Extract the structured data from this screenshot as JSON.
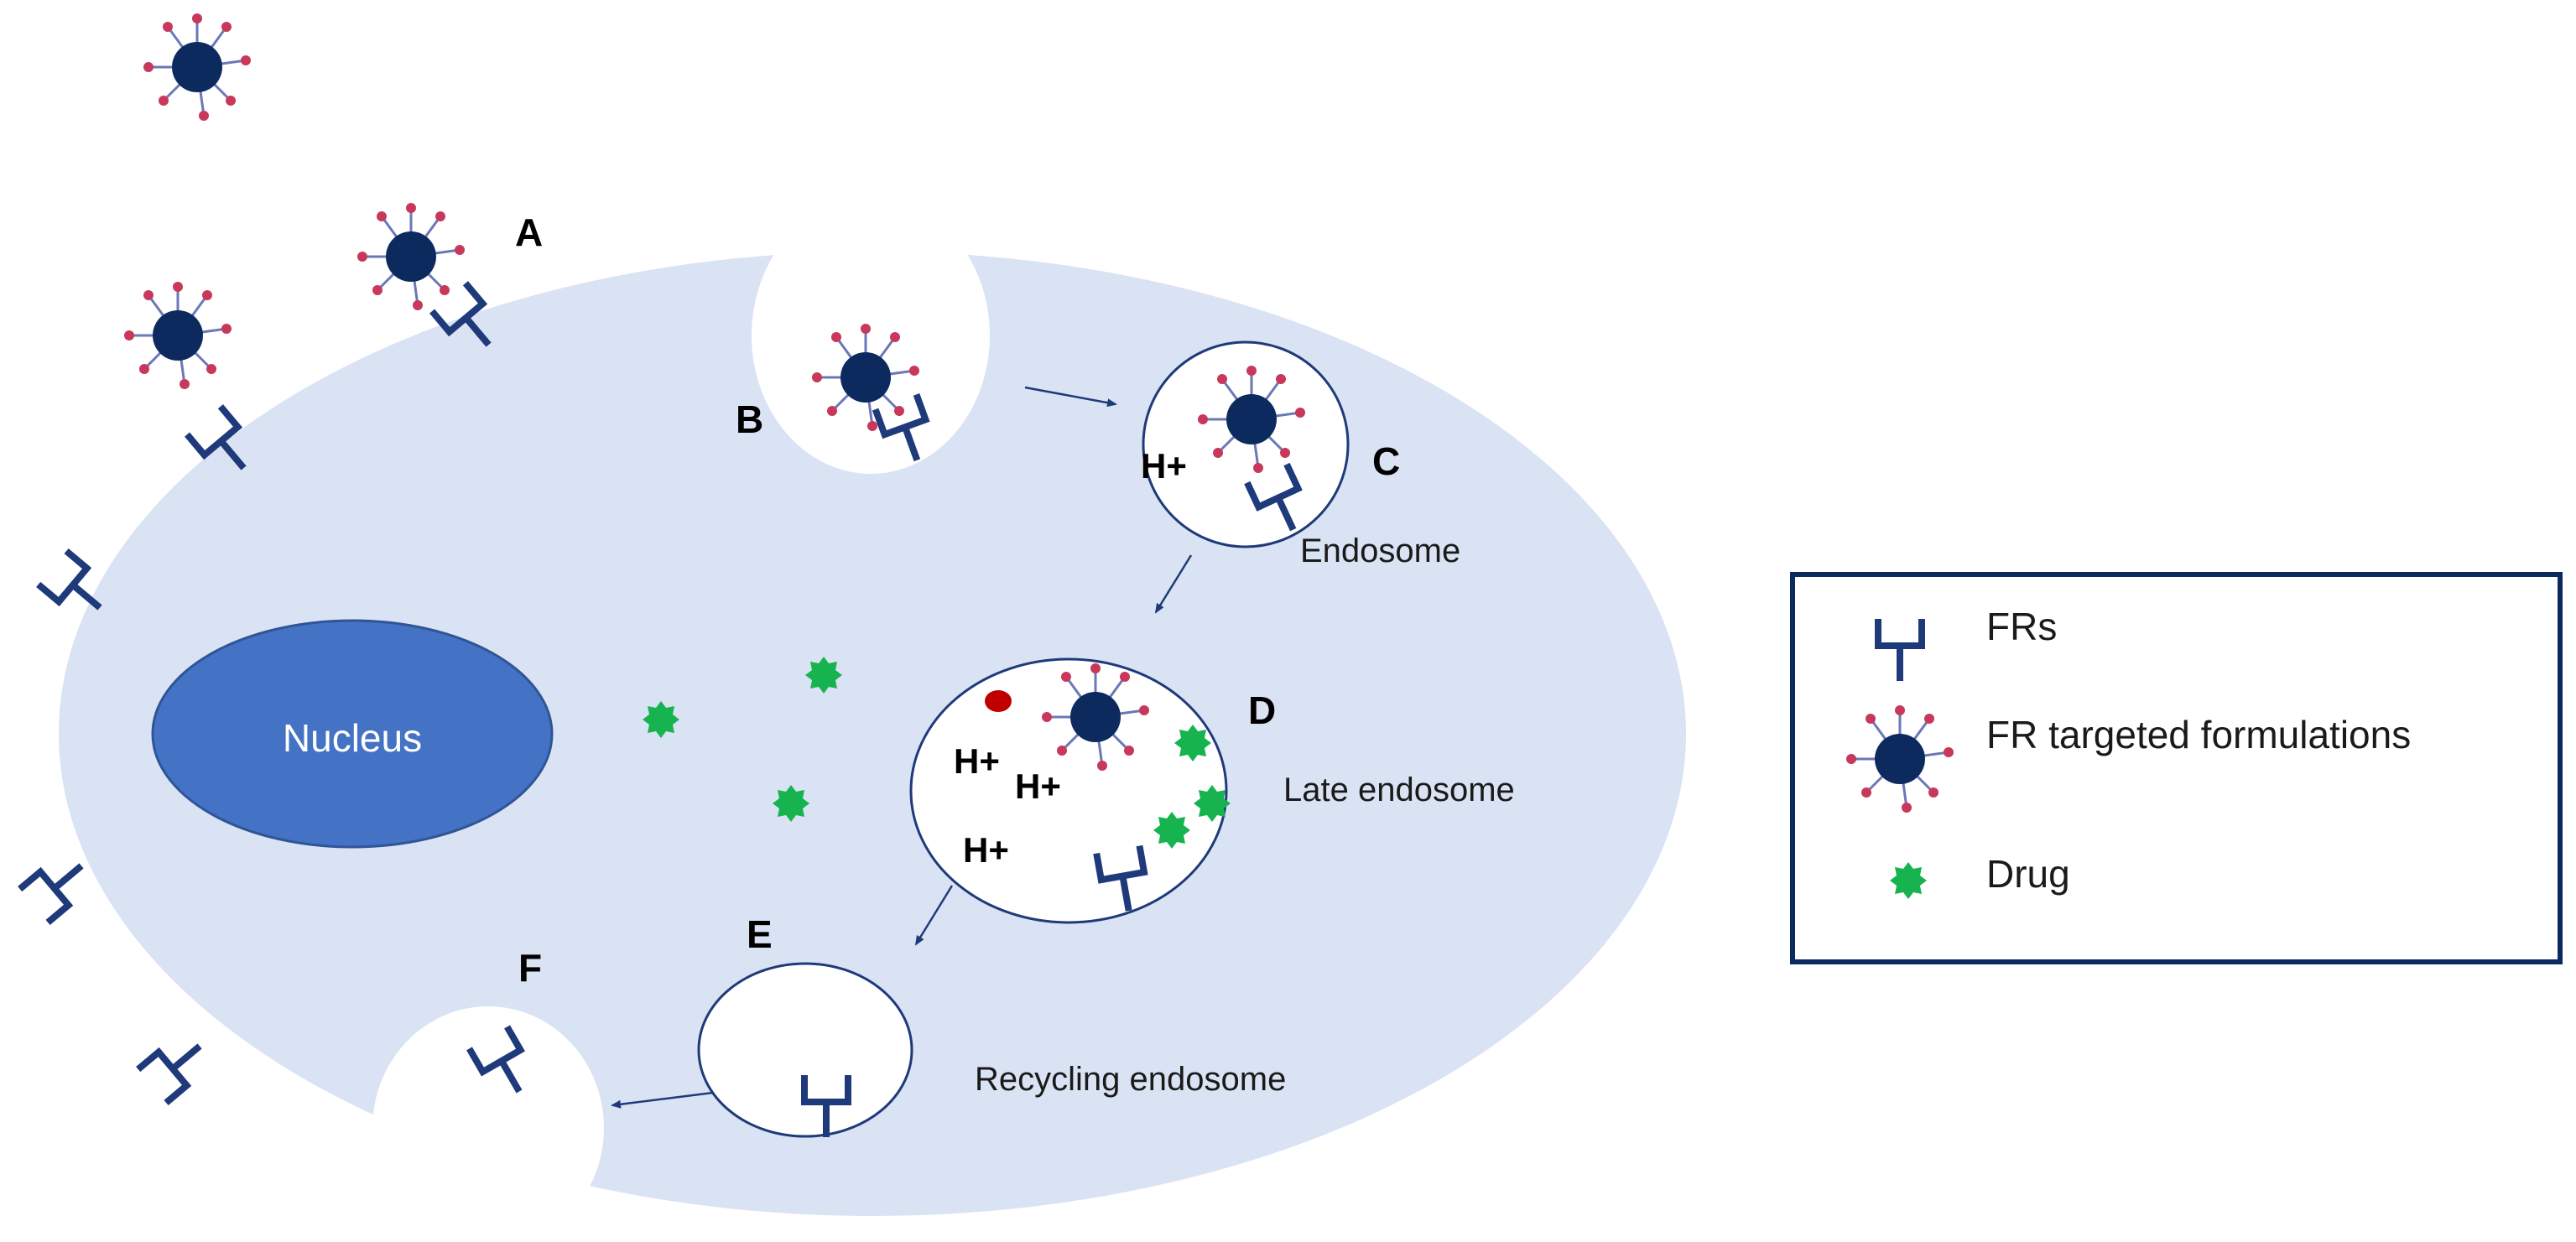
{
  "diagram": {
    "steps": [
      "A",
      "B",
      "C",
      "D",
      "E",
      "F"
    ],
    "compartments": {
      "nucleus": "Nucleus",
      "endosome": "Endosome",
      "late_endosome": "Late endosome",
      "recycling_endosome": "Recycling endosome"
    },
    "proton_label": "H+"
  },
  "legend": {
    "items": [
      {
        "icon": "receptor-icon",
        "label": "FRs"
      },
      {
        "icon": "nanoparticle-icon",
        "label": "FR targeted formulations"
      },
      {
        "icon": "drug-icon",
        "label": "Drug"
      }
    ]
  },
  "colors": {
    "cell": "#dae3f3",
    "nucleus": "#4472c4",
    "particle_core": "#0d2a5f",
    "ligand_tip": "#c8385a",
    "receptor": "#1f3a7a",
    "drug": "#17b34f",
    "legend_border": "#0d2a5f",
    "arrow": "#1f3a7a",
    "red_dot": "#c00000"
  }
}
